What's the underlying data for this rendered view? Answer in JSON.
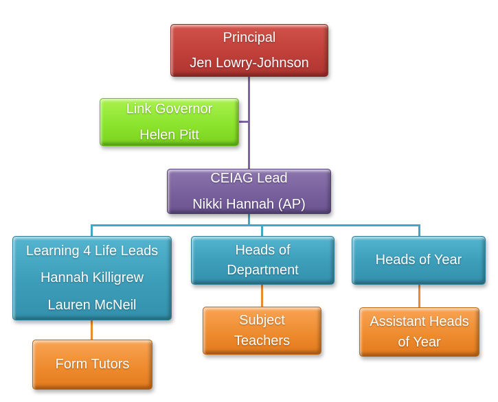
{
  "diagram": {
    "type": "organizational-hierarchy",
    "nodes": {
      "principal": {
        "lines": [
          "Principal",
          "Jen Lowry-Johnson"
        ],
        "color": "red"
      },
      "link_governor": {
        "lines": [
          "Link Governor",
          "Helen Pitt"
        ],
        "color": "green"
      },
      "ceiag_lead": {
        "lines": [
          "CEIAG Lead",
          "Nikki Hannah (AP)"
        ],
        "color": "purple"
      },
      "learning4life": {
        "lines": [
          "Learning 4 Life Leads",
          "Hannah Killigrew",
          "Lauren McNeil"
        ],
        "color": "teal"
      },
      "heads_of_department": {
        "lines": [
          "Heads of",
          "Department"
        ],
        "color": "teal"
      },
      "heads_of_year": {
        "lines": [
          "Heads of Year"
        ],
        "color": "teal"
      },
      "form_tutors": {
        "lines": [
          "Form Tutors"
        ],
        "color": "orange"
      },
      "subject_teachers": {
        "lines": [
          "Subject",
          "Teachers"
        ],
        "color": "orange"
      },
      "assistant_heads": {
        "lines": [
          "Assistant Heads",
          "of Year"
        ],
        "color": "orange"
      }
    },
    "edges": [
      {
        "from": "principal",
        "to": "ceiag_lead",
        "color": "#7E64A4"
      },
      {
        "from": "principal",
        "to": "link_governor",
        "color": "#7E64A4"
      },
      {
        "from": "ceiag_lead",
        "to": "learning4life",
        "color": "#41A7C4"
      },
      {
        "from": "ceiag_lead",
        "to": "heads_of_department",
        "color": "#41A7C4"
      },
      {
        "from": "ceiag_lead",
        "to": "heads_of_year",
        "color": "#41A7C4"
      },
      {
        "from": "learning4life",
        "to": "form_tutors",
        "color": "#E98A2E"
      },
      {
        "from": "heads_of_department",
        "to": "subject_teachers",
        "color": "#E98A2E"
      },
      {
        "from": "heads_of_year",
        "to": "assistant_heads",
        "color": "#E98A2E"
      }
    ]
  },
  "colors": {
    "red": "#C2413B",
    "green": "#8CE42D",
    "purple": "#7A629F",
    "teal": "#3E9FBB",
    "orange": "#EE8C2F",
    "connector_purple": "#7E64A4",
    "connector_teal": "#41A7C4",
    "connector_orange": "#E98A2E",
    "text": "#FFFFFF",
    "background": "#FFFFFF"
  }
}
